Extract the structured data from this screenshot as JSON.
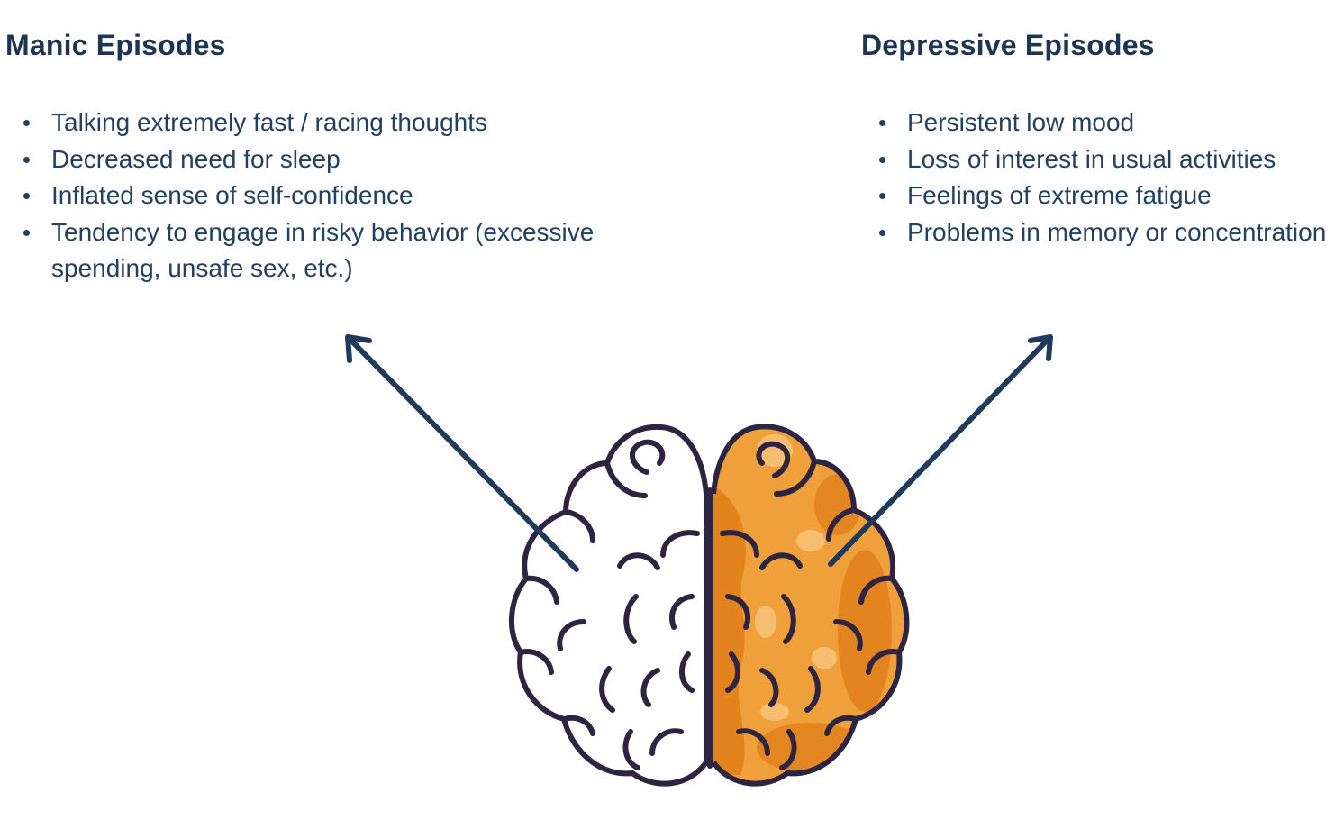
{
  "colors": {
    "heading": "#1c3554",
    "text": "#23405f",
    "arrow": "#1f3a5a",
    "brain_outline": "#2c2440",
    "brain_left_fill": "#ffffff",
    "brain_right_fill": "#f0a03a",
    "brain_right_shade": "#e07f1c",
    "brain_right_highlight": "#f7c47a"
  },
  "manic": {
    "title": "Manic Episodes",
    "items": [
      {
        "text": "Talking extremely fast / racing thoughts"
      },
      {
        "text": "Decreased need for sleep"
      },
      {
        "text": "Inflated sense of self-confidence"
      },
      {
        "text": "Tendency to engage in risky behavior (excessive spending, unsafe sex, etc.)"
      }
    ]
  },
  "depressive": {
    "title": "Depressive Episodes",
    "items": [
      {
        "text": "Persistent low mood"
      },
      {
        "text": "Loss of interest in usual activities"
      },
      {
        "text": "Feelings of extreme fatigue"
      },
      {
        "text": "Problems in memory or concentration"
      }
    ]
  },
  "icons": {
    "brain": "brain-icon",
    "arrow_left": "arrow-up-left-icon",
    "arrow_right": "arrow-up-right-icon"
  }
}
